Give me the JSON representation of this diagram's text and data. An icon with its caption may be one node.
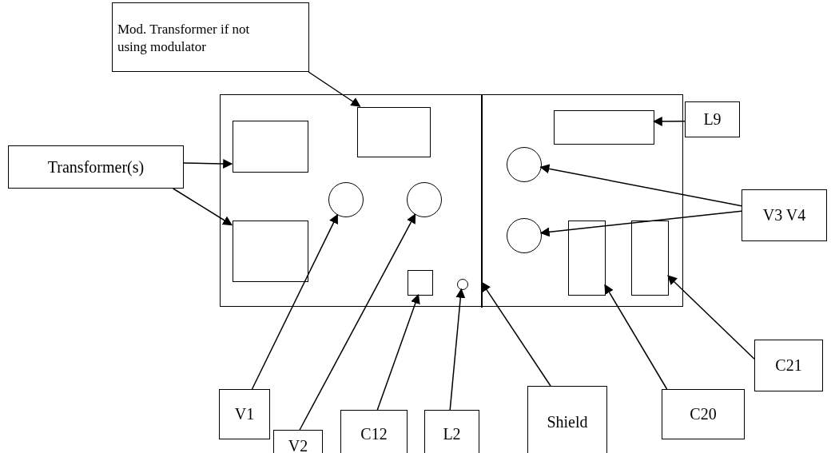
{
  "diagram": {
    "nodes": [
      {
        "text": [
          "Mod. Transformer if not using modulator"
        ]
      },
      {
        "text": [],
        "shape": "box"
      },
      {
        "text": [],
        "shape": "box",
        "in": 1
      },
      {
        "text": [],
        "shape": "box",
        "in": 1
      },
      {
        "text": [],
        "shape": "box",
        "in": 1
      },
      {
        "text": [
          "L9"
        ]
      },
      {
        "text": [
          "Transformer(s)"
        ]
      },
      {
        "text": [],
        "shape": "circle",
        "in": 1
      },
      {
        "text": [
          "V3 V4"
        ]
      },
      {
        "text": [],
        "shape": "circle",
        "in": 1
      },
      {
        "text": [],
        "shape": "circle",
        "in": 1
      },
      {
        "text": [],
        "shape": "box",
        "in": 1
      },
      {
        "text": [],
        "shape": "circle",
        "in": 1
      },
      {
        "text": [],
        "shape": "box",
        "in": 1
      },
      {
        "text": [],
        "shape": "box",
        "in": 1
      },
      {
        "text": [],
        "shape": "box",
        "in": 1
      },
      {
        "text": [],
        "shape": "circle",
        "in": 1
      },
      {
        "text": [],
        "shape": "bar",
        "in": 1
      },
      {
        "text": [
          "C21"
        ]
      },
      {
        "text": [
          "C20"
        ]
      },
      {
        "text": [
          "V1"
        ]
      },
      {
        "text": [
          "V2"
        ]
      },
      {
        "text": [
          "C12"
        ]
      },
      {
        "text": [
          "L2"
        ]
      },
      {
        "text": [
          "Shield"
        ]
      }
    ],
    "edges": [
      {
        "from": 0,
        "to": 2,
        "arrow": "to"
      },
      {
        "from": 6,
        "to": 3,
        "arrow": "to"
      },
      {
        "from": 6,
        "to": 11,
        "arrow": "to"
      },
      {
        "from": 5,
        "to": 4,
        "arrow": "to"
      },
      {
        "from": 8,
        "to": 7,
        "arrow": "to"
      },
      {
        "from": 8,
        "to": 12,
        "arrow": "to"
      },
      {
        "from": 20,
        "to": 9,
        "arrow": "to"
      },
      {
        "from": 21,
        "to": 10,
        "arrow": "to"
      },
      {
        "from": 22,
        "to": 15,
        "arrow": "to"
      },
      {
        "from": 23,
        "to": 16,
        "arrow": "to"
      },
      {
        "from": 24,
        "to": 17,
        "arrow": "to"
      },
      {
        "from": 19,
        "to": 13,
        "arrow": "to"
      },
      {
        "from": 18,
        "to": 14,
        "arrow": "to"
      }
    ]
  }
}
